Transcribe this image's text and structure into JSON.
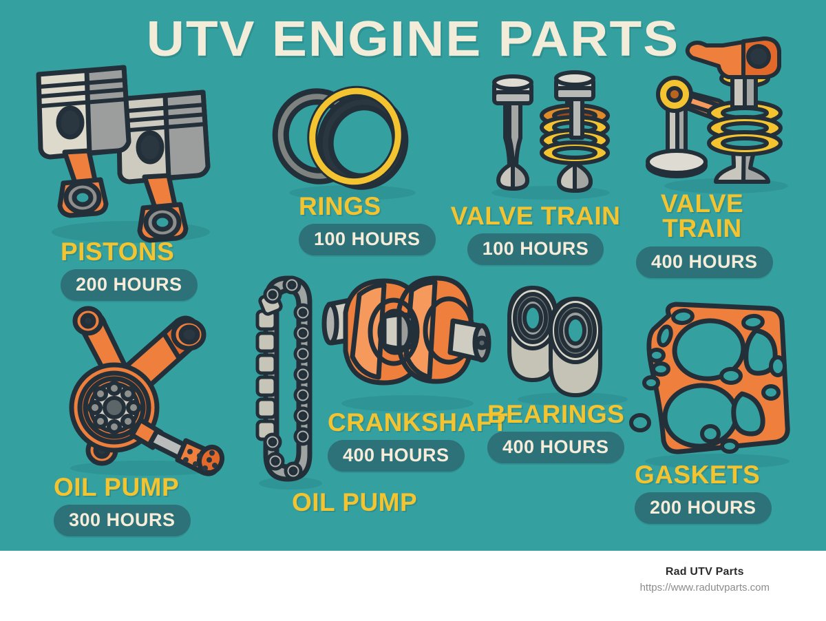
{
  "poster": {
    "title": "UTV ENGINE PARTS",
    "background_color": "#35a0a0",
    "title_color": "#f3ecd9",
    "label_color": "#f4c430",
    "badge_color": "#2d7179",
    "badge_text_color": "#f5ecd9",
    "orange": "#ef7f3c",
    "gray": "#b9bcbb",
    "outline": "#23303a"
  },
  "parts": [
    {
      "name": "PISTONS",
      "hours": "200 HOURS",
      "icon": "pistons-icon"
    },
    {
      "name": "RINGS",
      "hours": "100 HOURS",
      "icon": "piston-rings-icon"
    },
    {
      "name": "VALVE TRAIN",
      "hours": "100 HOURS",
      "icon": "valves-icon"
    },
    {
      "name": "VALVE TRAIN",
      "hours": "400 HOURS",
      "icon": "rocker-arm-valves-icon"
    },
    {
      "name": "OIL PUMP",
      "hours": "300 HOURS",
      "icon": "oil-pump-icon"
    },
    {
      "name": "OIL PUMP",
      "hours": "",
      "icon": "timing-chain-icon"
    },
    {
      "name": "CRANKSHAFT",
      "hours": "400 HOURS",
      "icon": "crankshaft-icon"
    },
    {
      "name": "BEARINGS",
      "hours": "400 HOURS",
      "icon": "bearings-icon"
    },
    {
      "name": "GASKETS",
      "hours": "200 HOURS",
      "icon": "head-gasket-icon"
    }
  ],
  "footer": {
    "brand": "Rad UTV Parts",
    "url": "https://www.radutvparts.com"
  }
}
